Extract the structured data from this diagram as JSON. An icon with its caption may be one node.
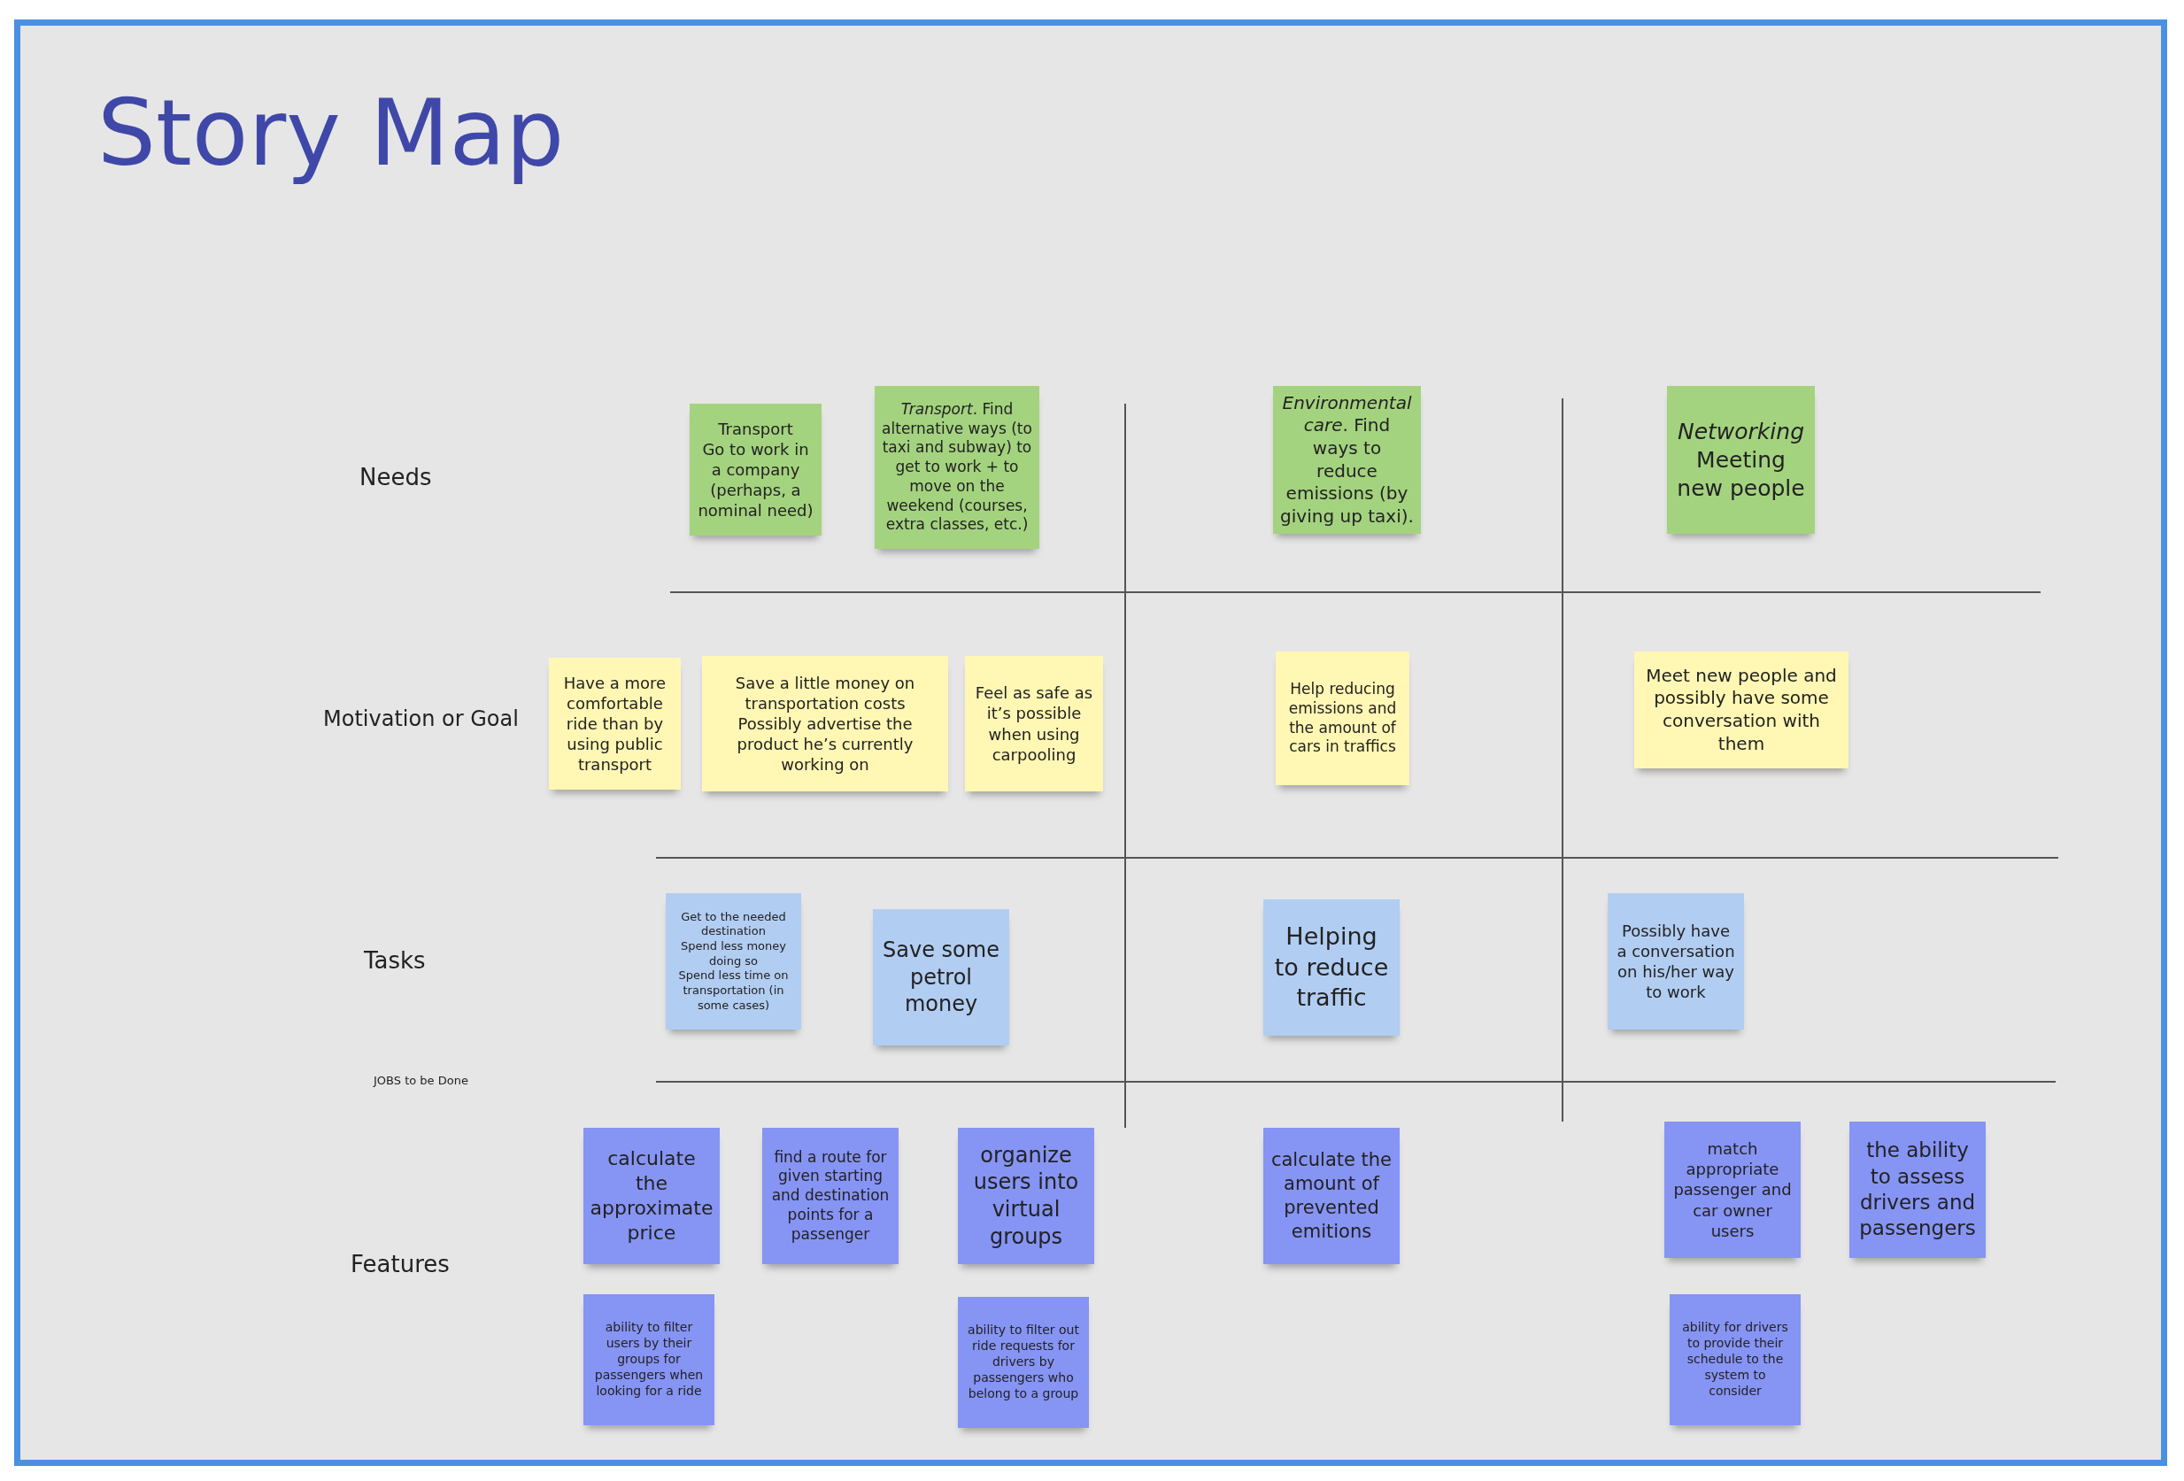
{
  "diagram": {
    "title": "Story Map",
    "nodes": [
      {
        "text": [
          "Transport",
          "Go to work in a company (perhaps, a nominal need)"
        ]
      },
      {
        "text": [
          "*Transport*. Find alternative ways (to taxi and subway) to get to work + to move on the weekend (courses, extra classes, etc.)"
        ]
      },
      {
        "text": [
          "*Environmental care*. Find ways to reduce emissions (by giving up taxi)."
        ]
      },
      {
        "text": [
          "*Networking*",
          "Meeting new people"
        ]
      },
      {
        "text": [
          "Have a more comfortable ride than by using public transport"
        ]
      },
      {
        "text": [
          "Save a little money on transportation costs",
          "Possibly advertise the product he’s currently working on"
        ]
      },
      {
        "text": [
          "Feel as safe as it’s possible when using carpooling"
        ]
      },
      {
        "text": [
          "Help reducing emissions and the amount of cars in traffics"
        ]
      },
      {
        "text": [
          "Meet new people and possibly have some conversation with them"
        ]
      },
      {
        "text": [
          "Get to the needed destination",
          "Spend less money doing so",
          "Spend less time on transportation (in some cases)"
        ]
      },
      {
        "text": [
          "Save some petrol money"
        ]
      },
      {
        "text": [
          "Helping to reduce traffic"
        ]
      },
      {
        "text": [
          "Possibly have a conversation on his/her way to work"
        ]
      },
      {
        "text": [
          "calculate the approximate price"
        ]
      },
      {
        "text": [
          "find a route for given starting and destination points for a passenger"
        ]
      },
      {
        "text": [
          "organize users into virtual groups"
        ]
      },
      {
        "text": [
          "calculate the amount of prevented emitions"
        ]
      },
      {
        "text": [
          "match appropriate passenger and car owner users"
        ]
      },
      {
        "text": [
          "the ability to assess drivers and passengers"
        ]
      },
      {
        "text": [
          "ability to filter users by their groups for passengers when looking for a ride"
        ]
      },
      {
        "text": [
          "ability to filter out ride requests for drivers by passengers who belong to a group"
        ]
      },
      {
        "text": [
          "ability for drivers to provide their schedule to the system to consider"
        ]
      }
    ],
    "labels": [
      "Needs",
      "Motivation or Goal",
      "Tasks",
      "JOBS to be Done",
      "Features"
    ]
  }
}
